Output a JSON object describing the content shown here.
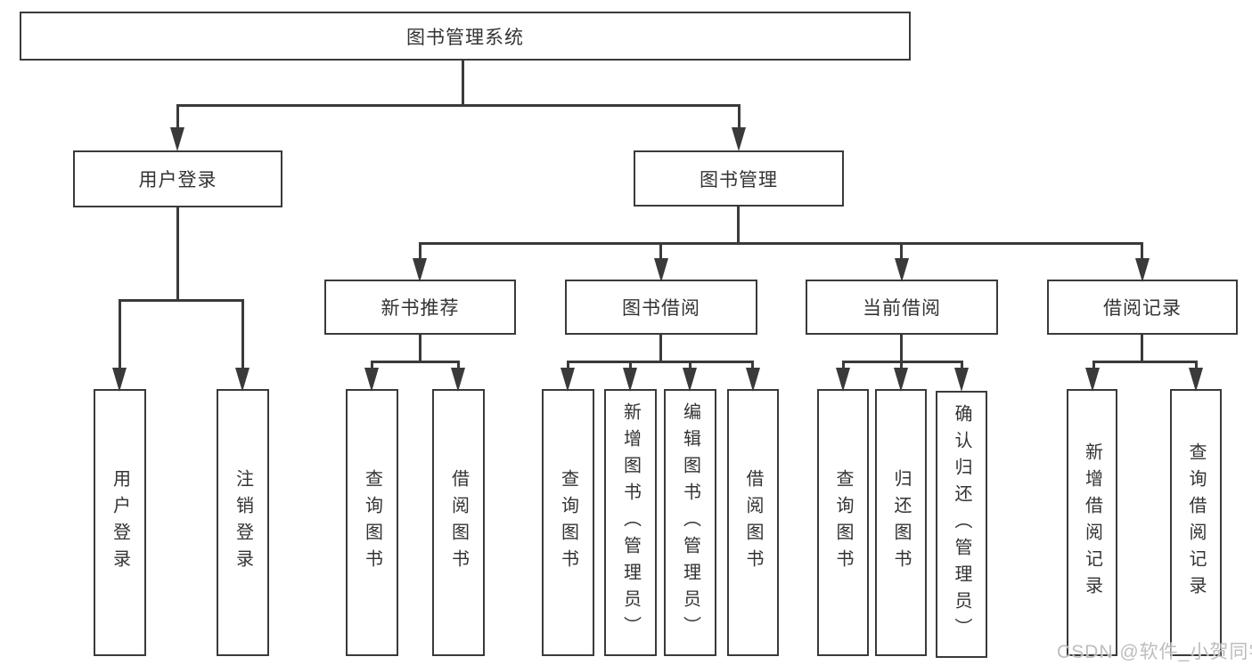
{
  "colors": {
    "line": "#3a3a3a",
    "text": "#333333",
    "box_background": "#ffffff",
    "watermark": "#b9b9b9"
  },
  "tree": {
    "root": {
      "label": "图书管理系统"
    },
    "user_login": {
      "label": "用户登录",
      "children": [
        {
          "label": "用户登录"
        },
        {
          "label": "注销登录"
        }
      ]
    },
    "book_mgmt": {
      "label": "图书管理",
      "sections": [
        {
          "label": "新书推荐",
          "children": [
            {
              "label": "查询图书"
            },
            {
              "label": "借阅图书"
            }
          ]
        },
        {
          "label": "图书借阅",
          "children": [
            {
              "label": "查询图书"
            },
            {
              "label": "新增图书（管理员）"
            },
            {
              "label": "编辑图书（管理员）"
            },
            {
              "label": "借阅图书"
            }
          ]
        },
        {
          "label": "当前借阅",
          "children": [
            {
              "label": "查询图书"
            },
            {
              "label": "归还图书"
            },
            {
              "label": "确认归还（管理员）"
            }
          ]
        },
        {
          "label": "借阅记录",
          "children": [
            {
              "label": "新增借阅记录"
            },
            {
              "label": "查询借阅记录"
            }
          ]
        }
      ]
    }
  },
  "watermark": {
    "text": "CSDN @软件_小贺同学"
  }
}
